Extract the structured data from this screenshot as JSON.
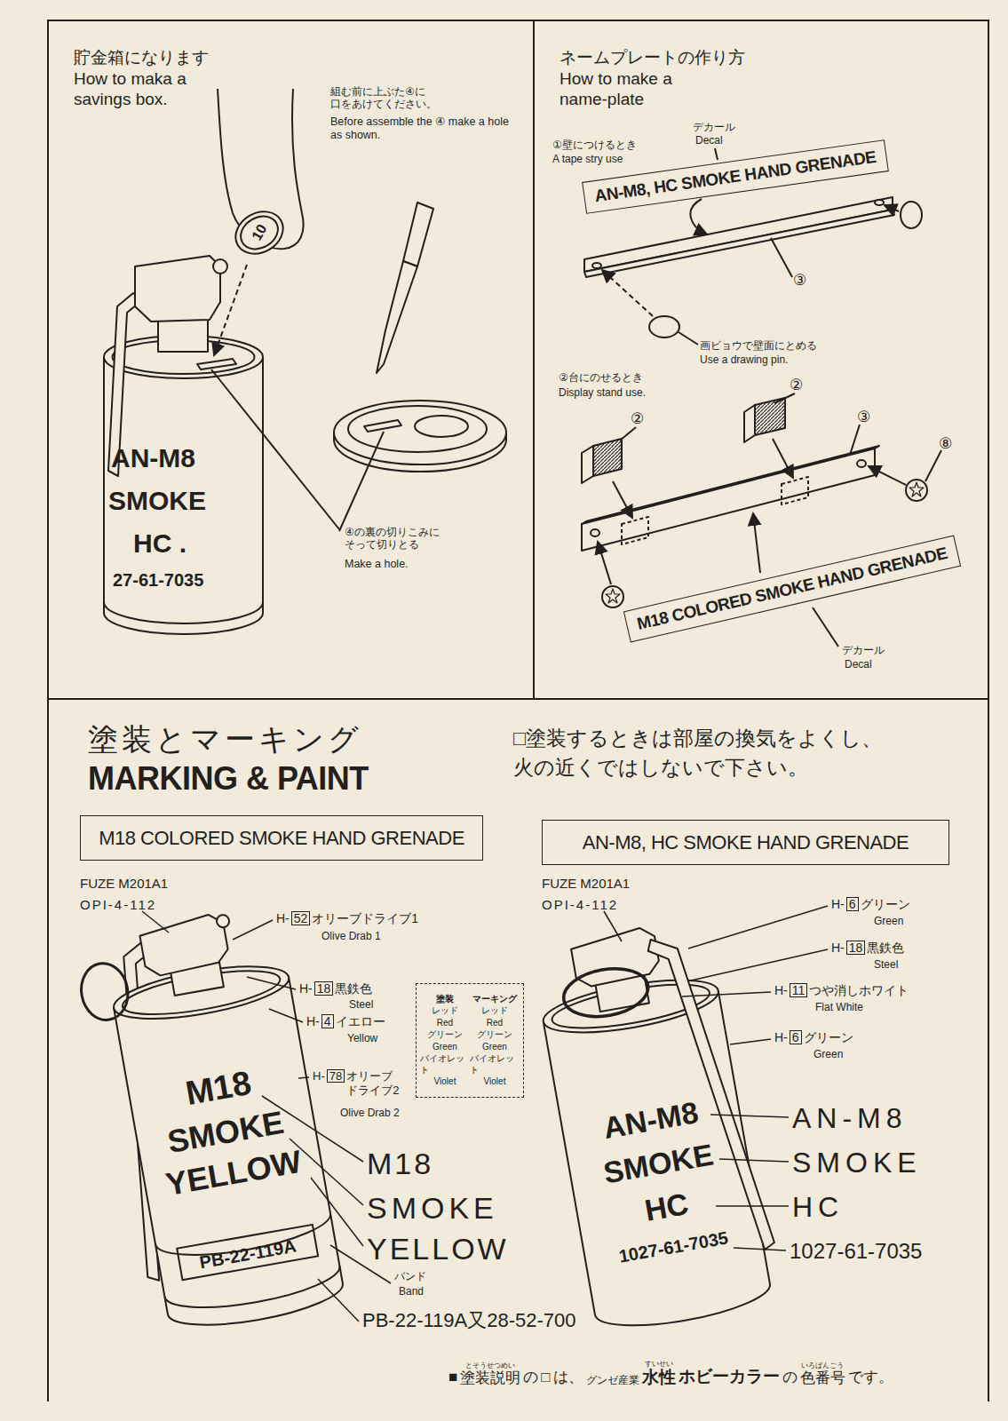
{
  "diagram": {
    "nodes": [
      {
        "text": [
          "貯金箱になります",
          "How to maka a savings box."
        ]
      },
      {
        "text": [
          "ネームプレートの作り方",
          "How to make a name-plate"
        ]
      },
      {
        "text": [
          "AN-M8, HC SMOKE HAND GRENADE"
        ],
        "in": 1
      },
      {
        "text": [
          "M18 COLORED SMOKE HAND GRENADE"
        ],
        "in": 1
      },
      {
        "text": [
          "塗装とマーキング",
          "MARKING & PAINT"
        ]
      },
      {
        "text": [
          "M18 COLORED SMOKE HAND GRENADE"
        ],
        "in": 4
      },
      {
        "text": [
          "AN-M8, HC SMOKE HAND GRENADE"
        ],
        "in": 4
      },
      {
        "text": [
          "塗装",
          "マーキング",
          "レッド",
          "レッド",
          "Red",
          "Red",
          "グリーン",
          "グリーン",
          "Green",
          "Green",
          "バイオレット",
          "バイオレット",
          "Violet",
          "Violet"
        ],
        "in": 4
      }
    ],
    "labels": [
      "組む前に上ぶた④に 口をあけてください。",
      "Before assemble the ④ make a hole as shown.",
      "④の裏の切りこみに そって切りとる",
      "Make a hole.",
      "10",
      "AN-M8",
      "SMOKE",
      "HC .",
      "27-61-7035",
      "デカール",
      "Decal",
      "①壁につけるとき",
      "A tape stry use",
      "③",
      "画ビョウで壁面にとめる",
      "Use a drawing pin.",
      "②台にのせるとき",
      "Display stand use.",
      "②",
      "②",
      "③",
      "⑧",
      "デカール",
      "Decal",
      "□塗装するときは部屋の換気をよくし、 火の近くではしないで下さい。",
      "FUZE M201A1",
      "OPI-4-112",
      "H-",
      "52",
      "オリーブドライブ1",
      "Olive Drab 1",
      "H-",
      "18",
      "黒鉄色",
      "Steel",
      "H-",
      "4",
      "イエロー",
      "Yellow",
      "H-",
      "78",
      "オリーブ ドライブ2",
      "Olive Drab 2",
      "M18",
      "SMOKE",
      "YELLOW",
      "PB-22-119A",
      "M18",
      "SMOKE",
      "YELLOW",
      "バンド",
      "Band",
      "PB-22-119A又28-52-700",
      "FUZE M201A1",
      "OPI-4-112",
      "H-",
      "6",
      "グリーン",
      "Green",
      "H-",
      "18",
      "黒鉄色",
      "Steel",
      "H-",
      "11",
      "つや消しホワイト",
      "Flat White",
      "H-",
      "6",
      "グリーン",
      "Green",
      "AN-M8",
      "SMOKE",
      "HC",
      "1027-61-7035",
      "AN-M8",
      "SMOKE",
      "HC",
      "1027-61-7035",
      "■",
      "とそうせつめい",
      "塗装説明",
      "の",
      "□",
      "は、",
      "グンゼ産業",
      "すいせい",
      "水性",
      "ホビーカラー",
      "の",
      "いろばんごう",
      "色番号",
      "です。"
    ]
  }
}
